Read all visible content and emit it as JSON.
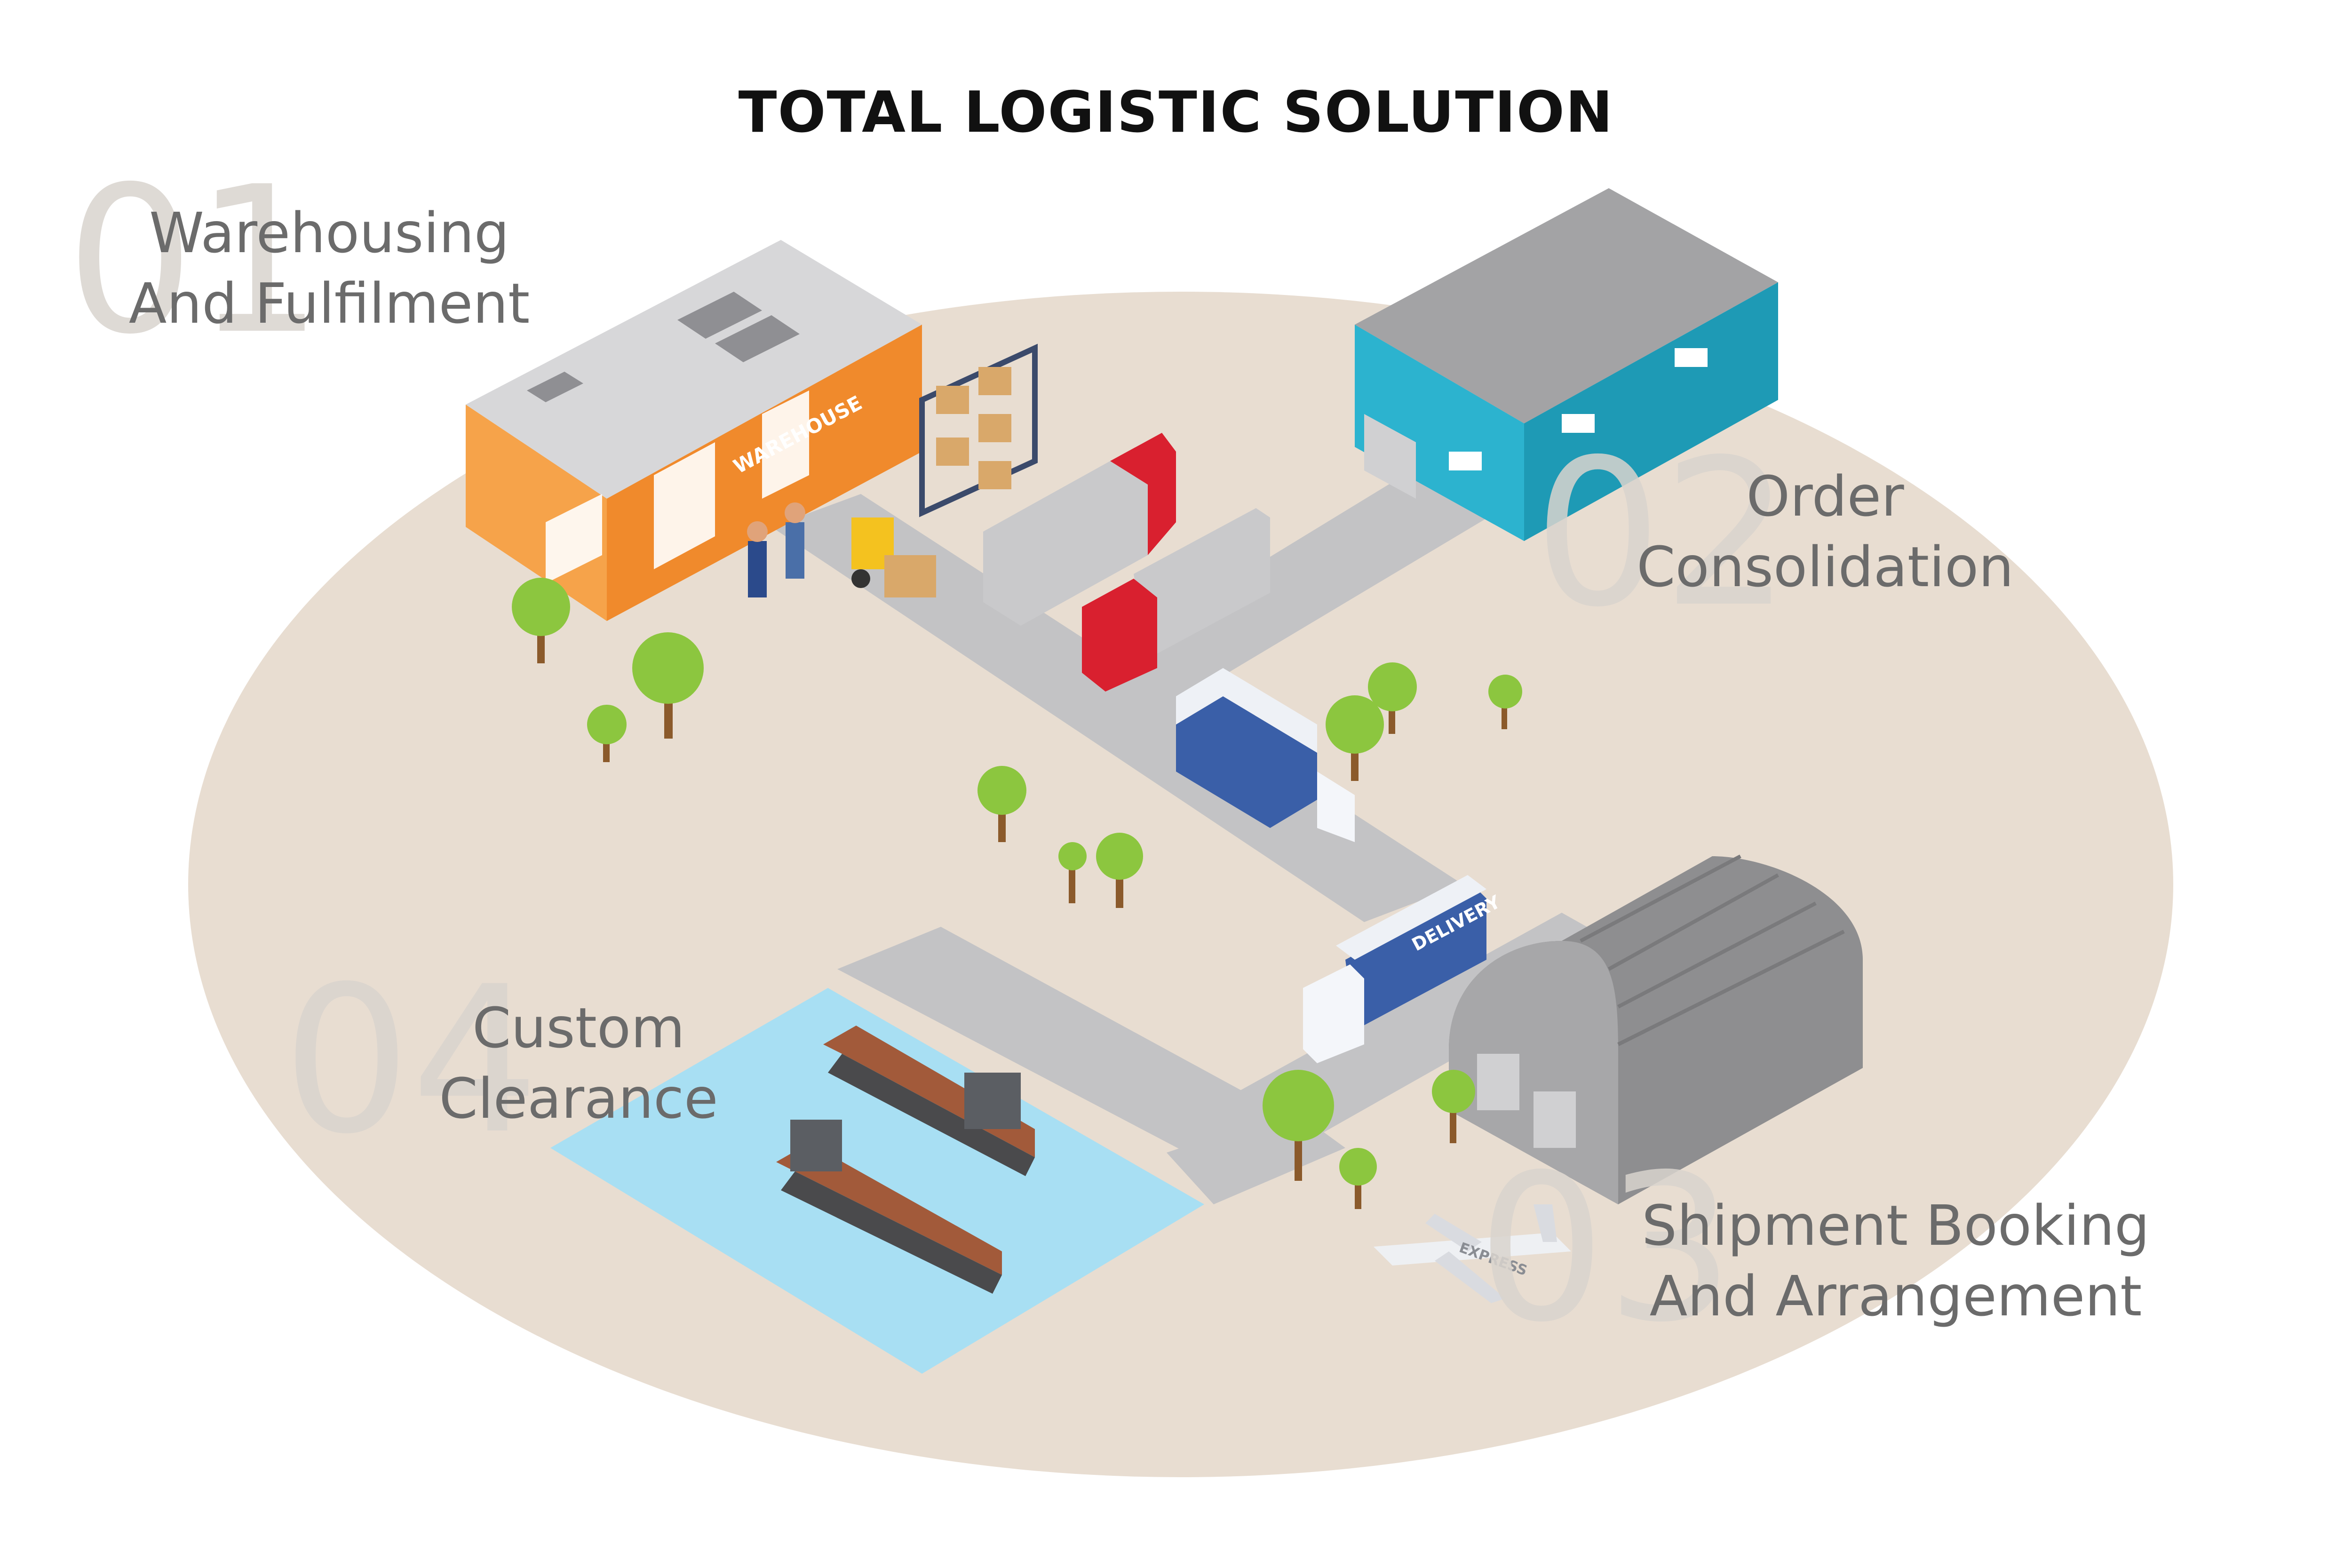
{
  "title": "TOTAL LOGISTIC SOLUTION",
  "steps": [
    {
      "number": "01",
      "line1": "Warehousing",
      "line2": "And Fulfilment"
    },
    {
      "number": "02",
      "line1": "Order",
      "line2": "Consolidation"
    },
    {
      "number": "03",
      "line1": "Shipment Booking",
      "line2": "And Arrangement"
    },
    {
      "number": "04",
      "line1": "Custom",
      "line2": "Clearance"
    }
  ],
  "signs": {
    "warehouse": "WAREHOUSE",
    "delivery": "DELIVERY",
    "plane": "EXPRESS"
  },
  "colors": {
    "ground": "#e8ddd1",
    "road": "#c3c3c5",
    "water": "#a8dff3",
    "warehouse": "#f6a34a",
    "depot": "#2cb3cf",
    "hangar": "#8e8e90",
    "tree": "#8cc63f",
    "truck_red": "#d9202f",
    "truck_blue": "#3a5fa8"
  }
}
